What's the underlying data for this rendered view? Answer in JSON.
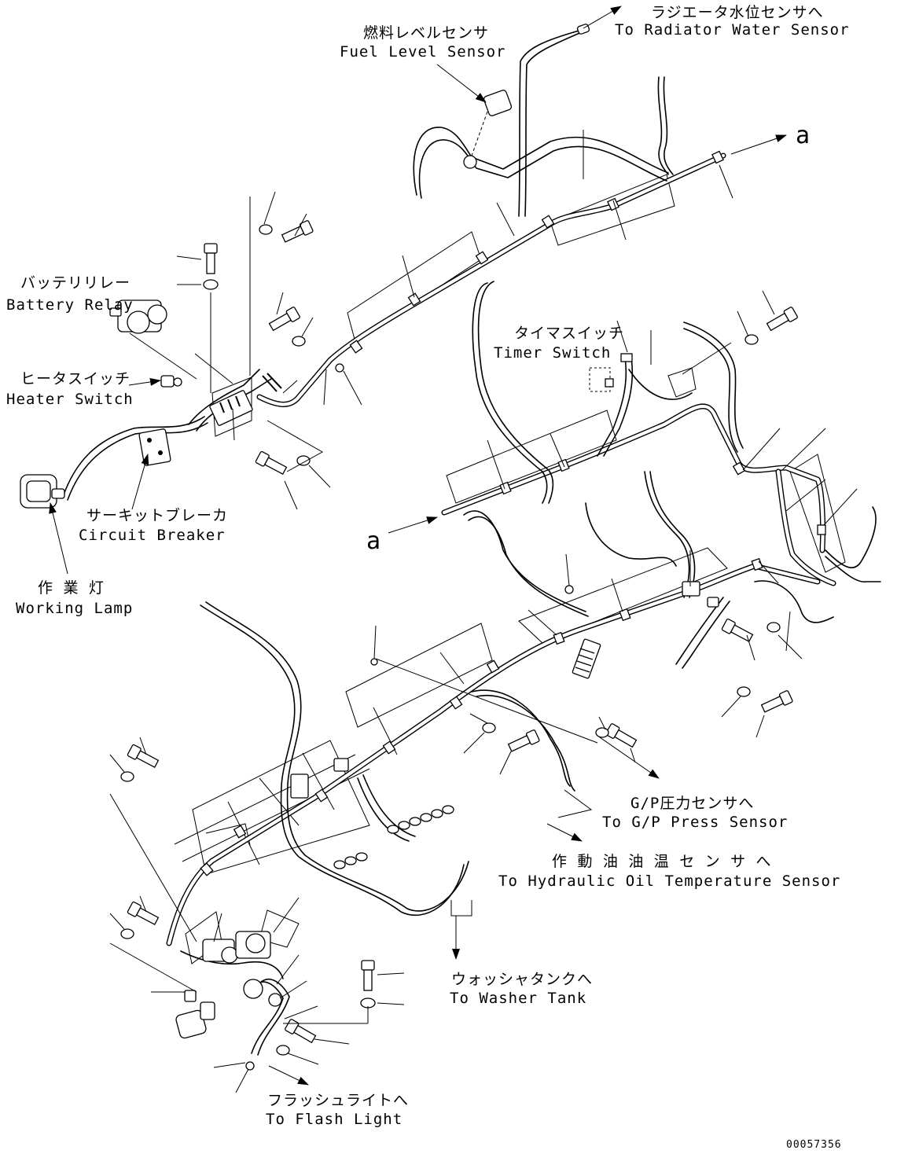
{
  "labels": {
    "radiator_jp": "ラジエータ水位センサへ",
    "radiator_en": "To Radiator Water Sensor",
    "fuel_jp": "燃料レベルセンサ",
    "fuel_en": "Fuel Level Sensor",
    "battery_jp": "バッテリリレー",
    "battery_en": "Battery Relay",
    "heater_jp": "ヒータスイッチ",
    "heater_en": "Heater Switch",
    "timer_jp": "タイマスイッチ",
    "timer_en": "Timer Switch",
    "breaker_jp": "サーキットブレーカ",
    "breaker_en": "Circuit Breaker",
    "lamp_jp": "作 業 灯",
    "lamp_en": "Working Lamp",
    "gp_jp": "G/P圧力センサへ",
    "gp_en": "To G/P Press Sensor",
    "hyd_jp": "作 動 油 油 温 セ ン サ へ",
    "hyd_en": "To Hydraulic Oil Temperature Sensor",
    "washer_jp": "ウォッシャタンクへ",
    "washer_en": "To Washer Tank",
    "flash_jp": "フラッシュライトへ",
    "flash_en": "To Flash Light",
    "ref_a_top": "a",
    "ref_a_mid": "a",
    "drawing_code": "00057356"
  },
  "colors": {
    "line": "#000000",
    "background": "#ffffff"
  }
}
